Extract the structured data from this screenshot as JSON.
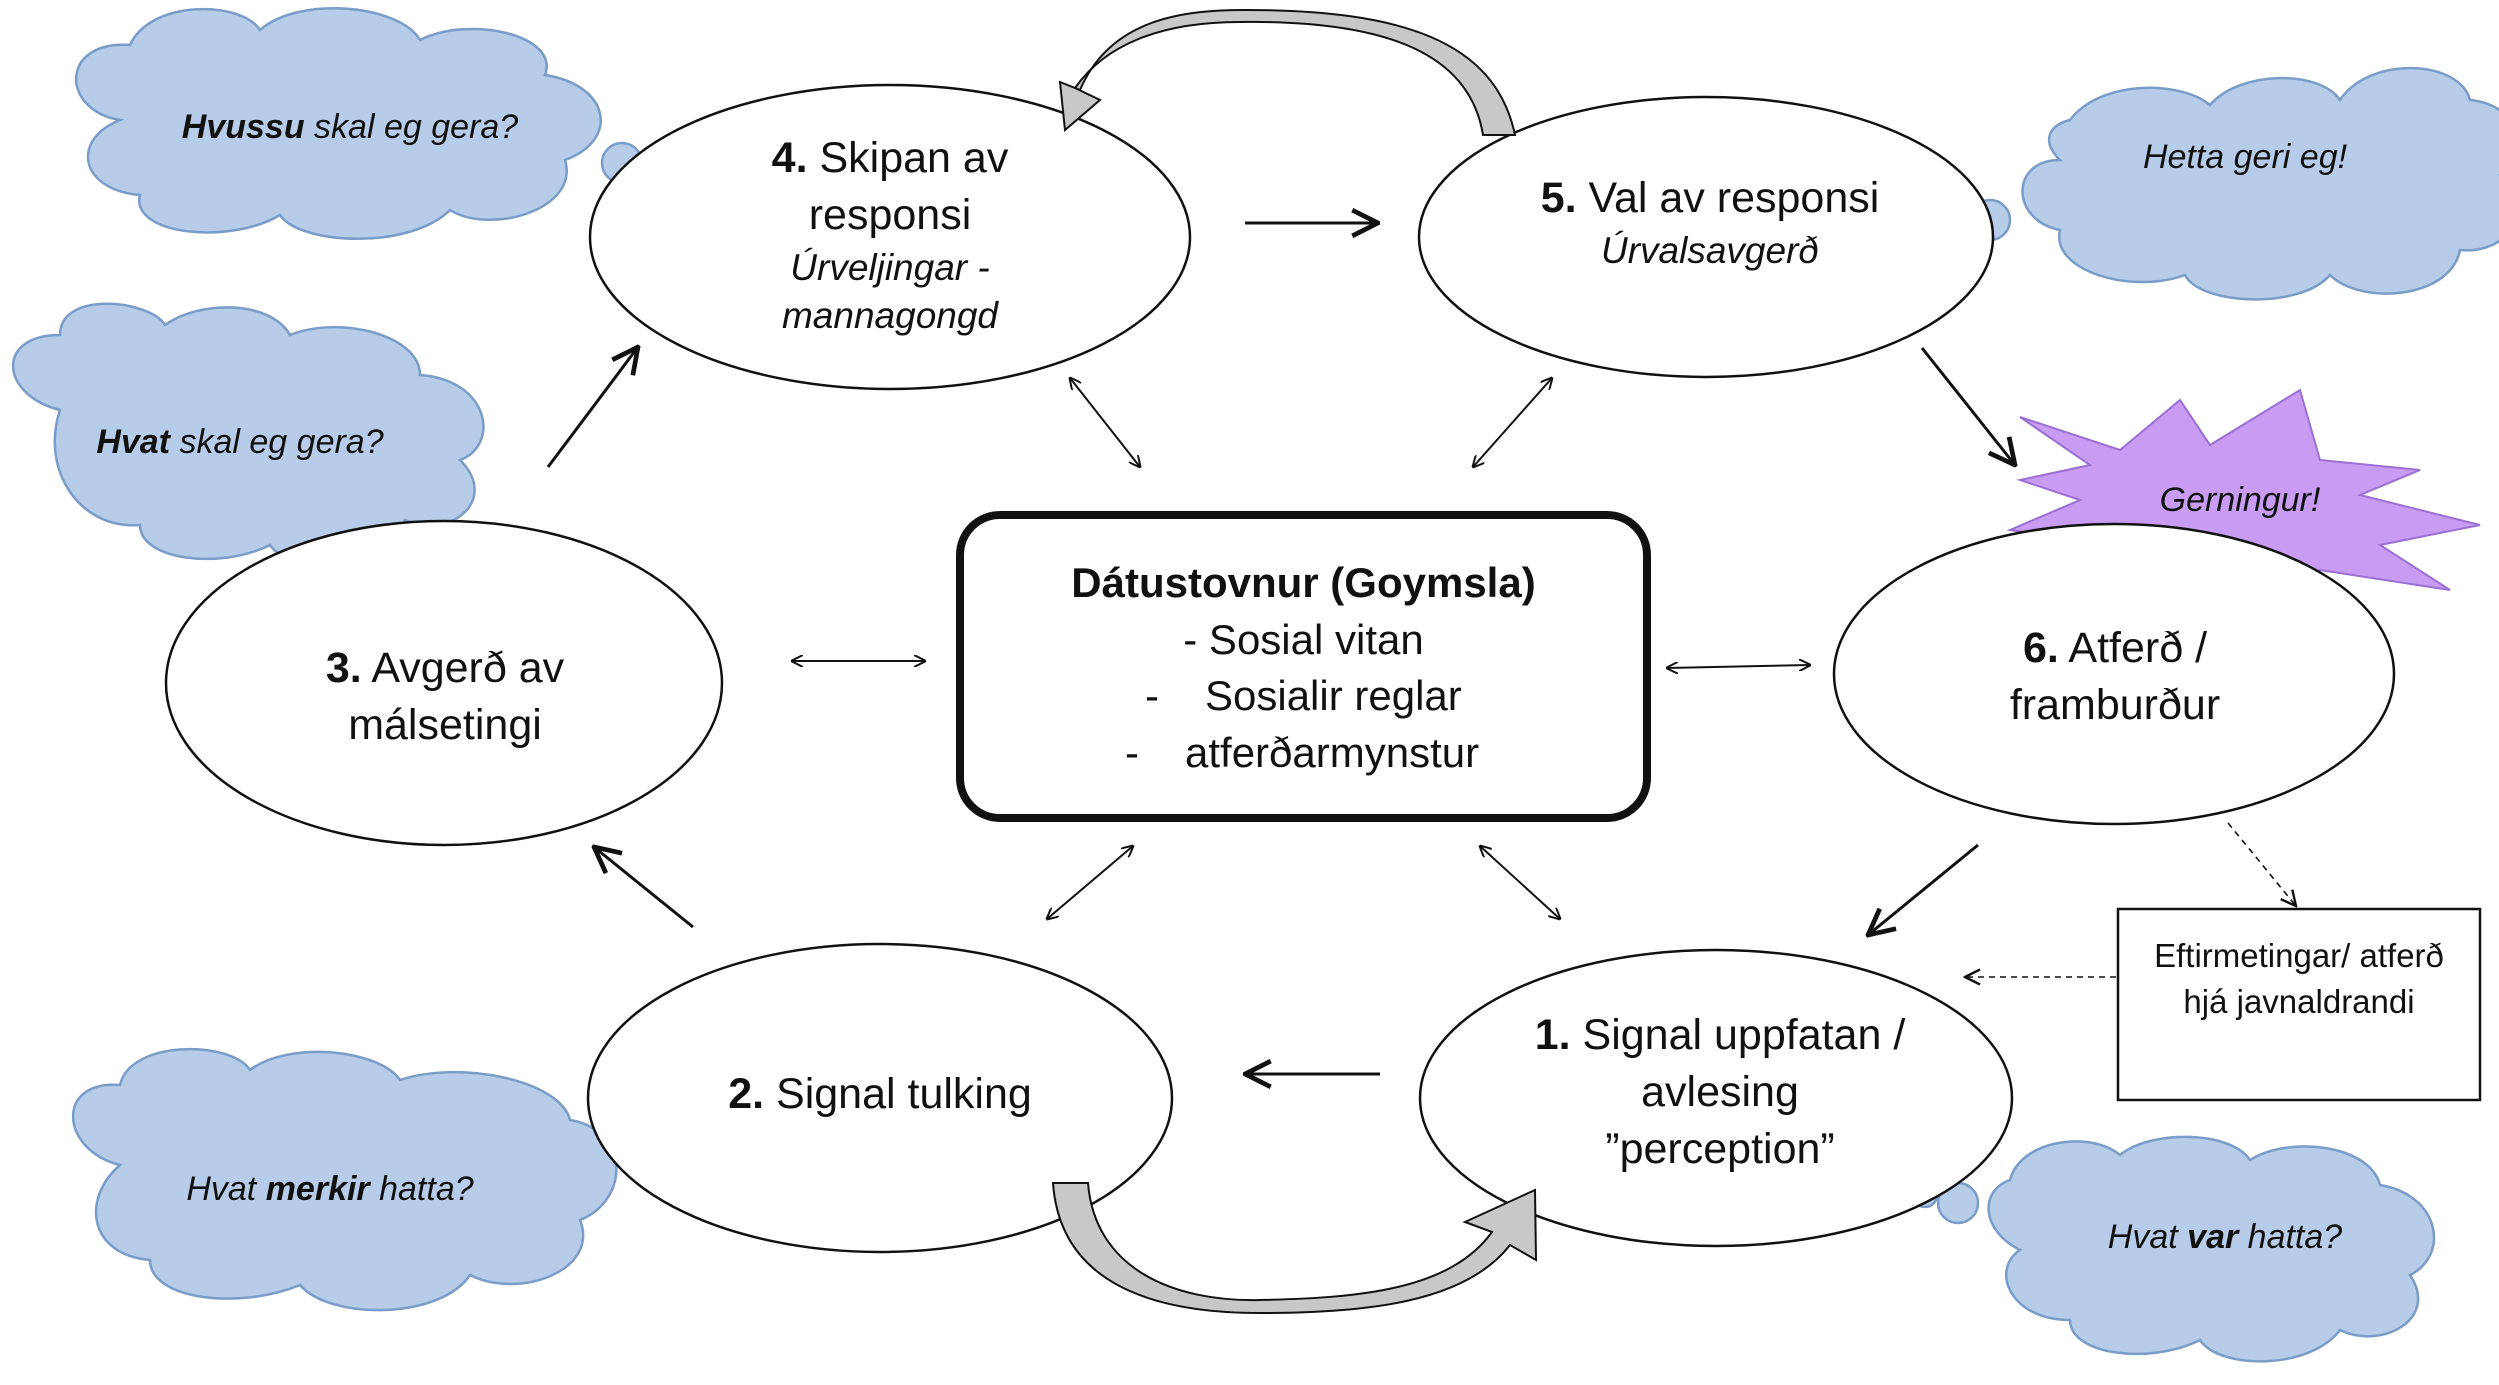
{
  "center": {
    "title": "Dátustovnur (Goymsla)",
    "items": [
      "- Sosial vitan",
      "Sosialir reglar",
      "atferðarmynstur"
    ],
    "dash": "-"
  },
  "stages": {
    "s1": {
      "num": "1.",
      "line1": "Signal uppfatan /",
      "line2": "avlesing",
      "line3": "”perception”"
    },
    "s2": {
      "num": "2.",
      "text": "Signal tulking"
    },
    "s3": {
      "num": "3.",
      "line1": "Avgerð av",
      "line2": "málsetingi"
    },
    "s4": {
      "num": "4.",
      "line1": "Skipan av",
      "line2": "responsi",
      "italic1": "Úrveljingar -",
      "italic2": "mannagongd"
    },
    "s5": {
      "num": "5.",
      "line1": "Val av responsi",
      "italic": "Úrvalsavgerð"
    },
    "s6": {
      "num": "6.",
      "line1": "Atferð /",
      "line2": "framburður"
    }
  },
  "clouds": {
    "c4": {
      "bold": "Hvussu",
      "rest": " skal eg gera?"
    },
    "c3": {
      "bold": "Hvat",
      "rest": " skal eg gera?"
    },
    "c2": {
      "pre": "Hvat ",
      "bold": "merkir",
      "rest": " hatta?"
    },
    "c5": {
      "text": "Hetta geri eg!"
    },
    "c1": {
      "pre": "Hvat ",
      "bold": "var",
      "rest": " hatta?"
    }
  },
  "burst": {
    "text": "Gerningur!"
  },
  "evaluation_box": {
    "line1": "Eftirmetingar/ atferð",
    "line2": "hjá javnaldrandi"
  },
  "colors": {
    "cloud_fill": "#b6cce8",
    "cloud_stroke": "#7a9cc8",
    "burst_fill": "#c79cf2",
    "burst_stroke": "#9b6fd3",
    "curved_arrow_fill": "#c8c8c8"
  }
}
